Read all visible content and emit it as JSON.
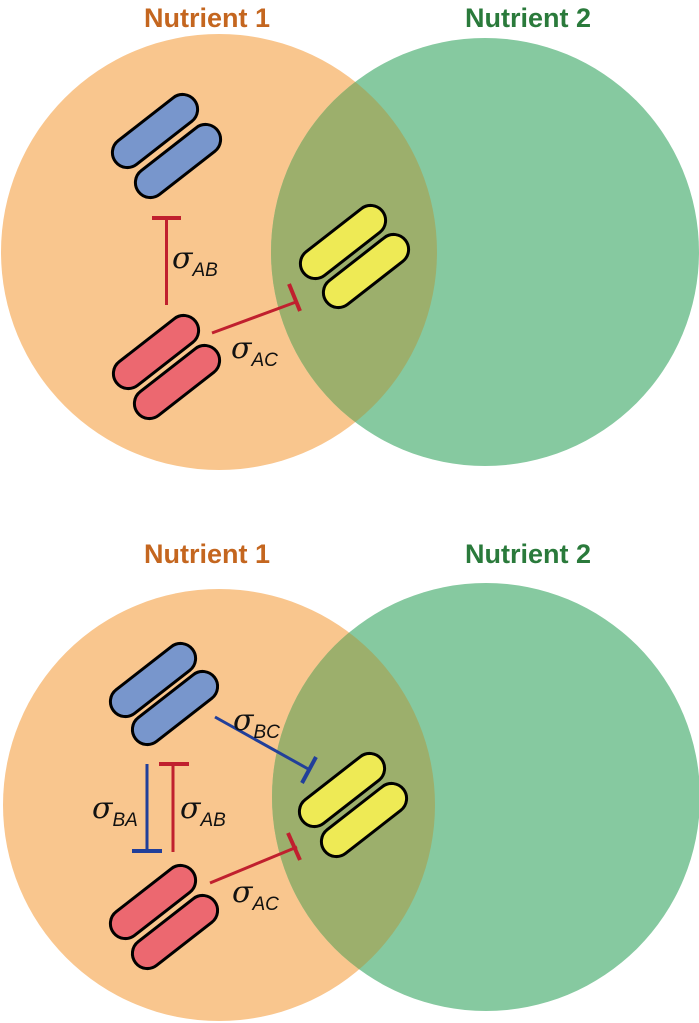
{
  "colors": {
    "nutrient1_title": "#c4661f",
    "nutrient2_title": "#2a7a3b",
    "nutrient1_area": "#f9c68e",
    "nutrient2_area": "#86c9a0",
    "overlap_area": "#9caf6c",
    "species_a": "#ec6870",
    "species_b": "#7896cc",
    "species_c": "#eeea55",
    "inhibition_red": "#c0202e",
    "inhibition_blue": "#213f9a"
  },
  "panels": [
    {
      "nutrient1_label": "Nutrient 1",
      "nutrient2_label": "Nutrient 2",
      "interactions": [
        {
          "symbol": "σ",
          "sub": "AB"
        },
        {
          "symbol": "σ",
          "sub": "AC"
        }
      ]
    },
    {
      "nutrient1_label": "Nutrient 1",
      "nutrient2_label": "Nutrient 2",
      "interactions": [
        {
          "symbol": "σ",
          "sub": "BC"
        },
        {
          "symbol": "σ",
          "sub": "BA"
        },
        {
          "symbol": "σ",
          "sub": "AB"
        },
        {
          "symbol": "σ",
          "sub": "AC"
        }
      ]
    }
  ]
}
